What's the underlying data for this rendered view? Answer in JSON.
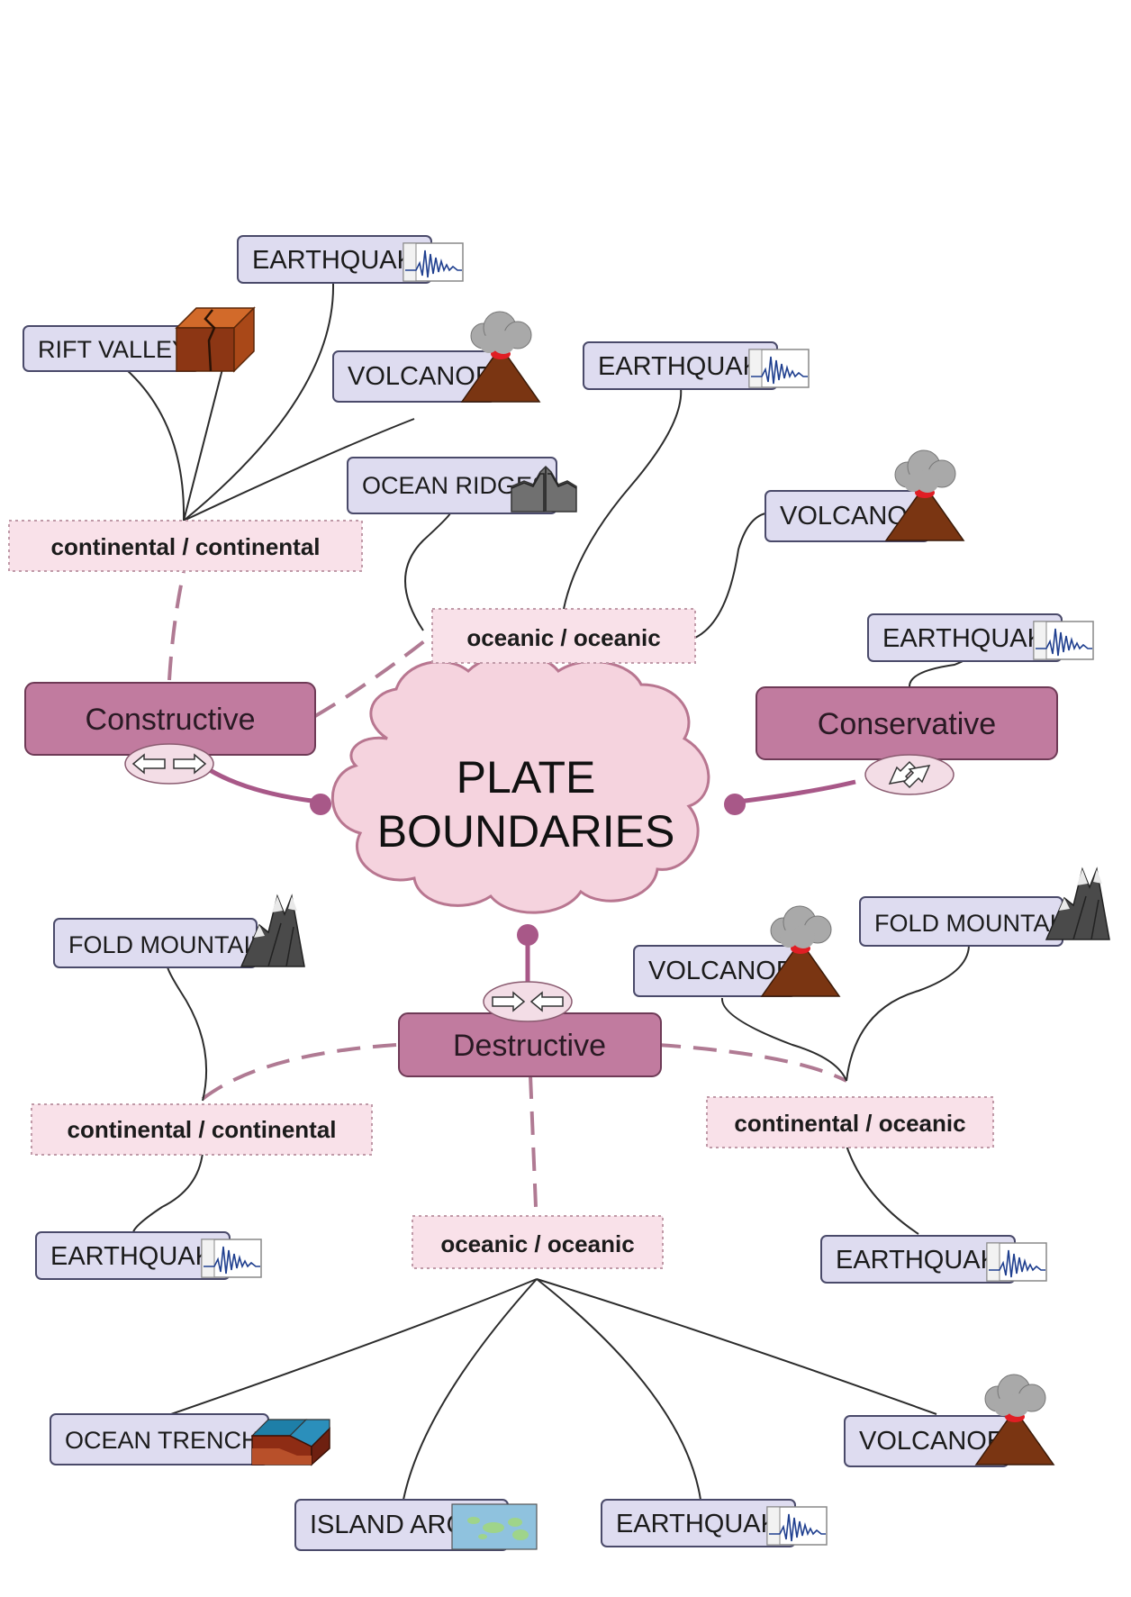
{
  "center": {
    "line1": "PLATE",
    "line2": "BOUNDARIES"
  },
  "constructive": {
    "label": "Constructive",
    "cc": {
      "label": "continental / continental",
      "earthquakes": "EARTHQUAKES",
      "rift_valleys": "RIFT VALLEYS",
      "volcanoes": "VOLCANOES"
    },
    "oo": {
      "label": "oceanic / oceanic",
      "ocean_ridges": "OCEAN RIDGES",
      "earthquakes": "EARTHQUAKES",
      "volcanoes": "VOLCANOES"
    }
  },
  "conservative": {
    "label": "Conservative",
    "earthquakes": "EARTHQUAKES"
  },
  "destructive": {
    "label": "Destructive",
    "cc": {
      "label": "continental / continental",
      "fold_mountains": "FOLD MOUNTAINS",
      "earthquakes": "EARTHQUAKES"
    },
    "co": {
      "label": "continental / oceanic",
      "volcanoes": "VOLCANOES",
      "fold_mountains": "FOLD MOUNTAINS",
      "earthquakes": "EARTHQUAKES"
    },
    "oo": {
      "label": "oceanic / oceanic",
      "ocean_trenches": "OCEAN TRENCHES",
      "island_arcs": "ISLAND ARCS",
      "earthquakes": "EARTHQUAKES",
      "volcanoes": "VOLCANOES"
    }
  },
  "colors": {
    "main_node": "#c17b9f",
    "sub_node": "#f9e1e9",
    "leaf_node": "#dedcf0",
    "cloud": "#f5d3de",
    "connector": "#a85888"
  },
  "icons": [
    "seismograph-icon",
    "volcano-icon",
    "rift-valley-icon",
    "ocean-ridge-icon",
    "mountain-icon",
    "trench-icon",
    "island-map-icon",
    "diverging-arrows-icon",
    "converging-arrows-icon",
    "sliding-arrows-icon"
  ]
}
